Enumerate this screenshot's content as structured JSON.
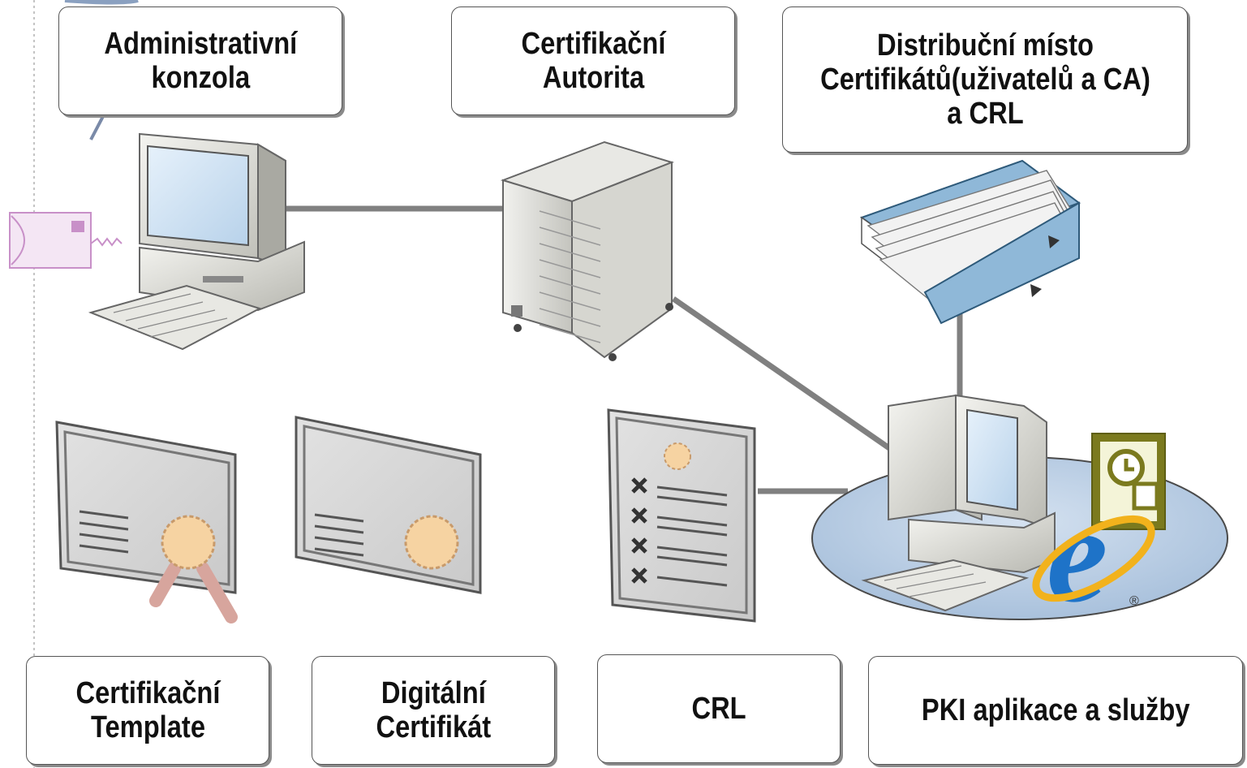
{
  "labels": {
    "admin_console": "Administrativní\nkonzola",
    "ca": "Certifikační\nAutorita",
    "distribution": "Distribuční místo\nCertifikátů(uživatelů a CA)\na CRL",
    "cert_template": "Certifikační\nTemplate",
    "digital_cert": "Digitální\nCertifikát",
    "crl": "CRL",
    "pki_apps": "PKI aplikace a služby"
  },
  "icons": {
    "admin_workstation": "workstation-icon",
    "ca_server": "server-tower-icon",
    "directory": "binder-icon",
    "client_workstation": "workstation-icon",
    "outlook": "outlook-icon",
    "ie": "internet-explorer-icon",
    "envelope": "envelope-icon",
    "template": "certificate-with-ribbon-icon",
    "digital": "certificate-icon",
    "crl": "revocation-list-icon"
  },
  "colors": {
    "connector": "#808080",
    "box_border": "#555555",
    "box_shadow": "#8a8a8a",
    "ellipse_fill": "#b9cde3",
    "binder": "#8fb8d8",
    "screen": "#cfe3f5",
    "seal": "#f6d3a2",
    "outlook": "#7b7a1e"
  }
}
